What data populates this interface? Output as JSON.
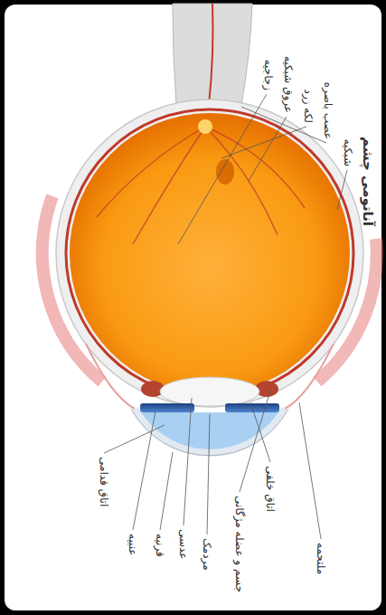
{
  "diagram": {
    "title": "آناتومی چشم",
    "labels": [
      "عصب باصره",
      "لکه زرد",
      "عروق شبکیه",
      "زجاجیه",
      "شبکیه",
      "ملتحمه",
      "جسم و عضله مژگانی",
      "اتاق خلفی",
      "مردمک",
      "عدسی",
      "قرنیه",
      "عنبیه",
      "اتاق قدامی"
    ]
  }
}
